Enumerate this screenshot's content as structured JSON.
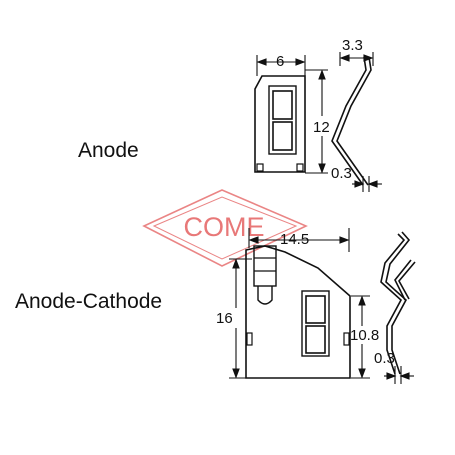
{
  "labels": {
    "anode": "Anode",
    "anode_cathode": "Anode-Cathode"
  },
  "anode_dims": {
    "width": "6",
    "height": "12",
    "depth": "3.3",
    "thickness": "0.3"
  },
  "anode_cathode_dims": {
    "width": "14.5",
    "height": "16",
    "window_height": "10.8",
    "thickness": "0.3"
  },
  "watermark": {
    "text": "COME",
    "color": "#e87878"
  },
  "colors": {
    "line": "#111111",
    "background": "#ffffff"
  }
}
